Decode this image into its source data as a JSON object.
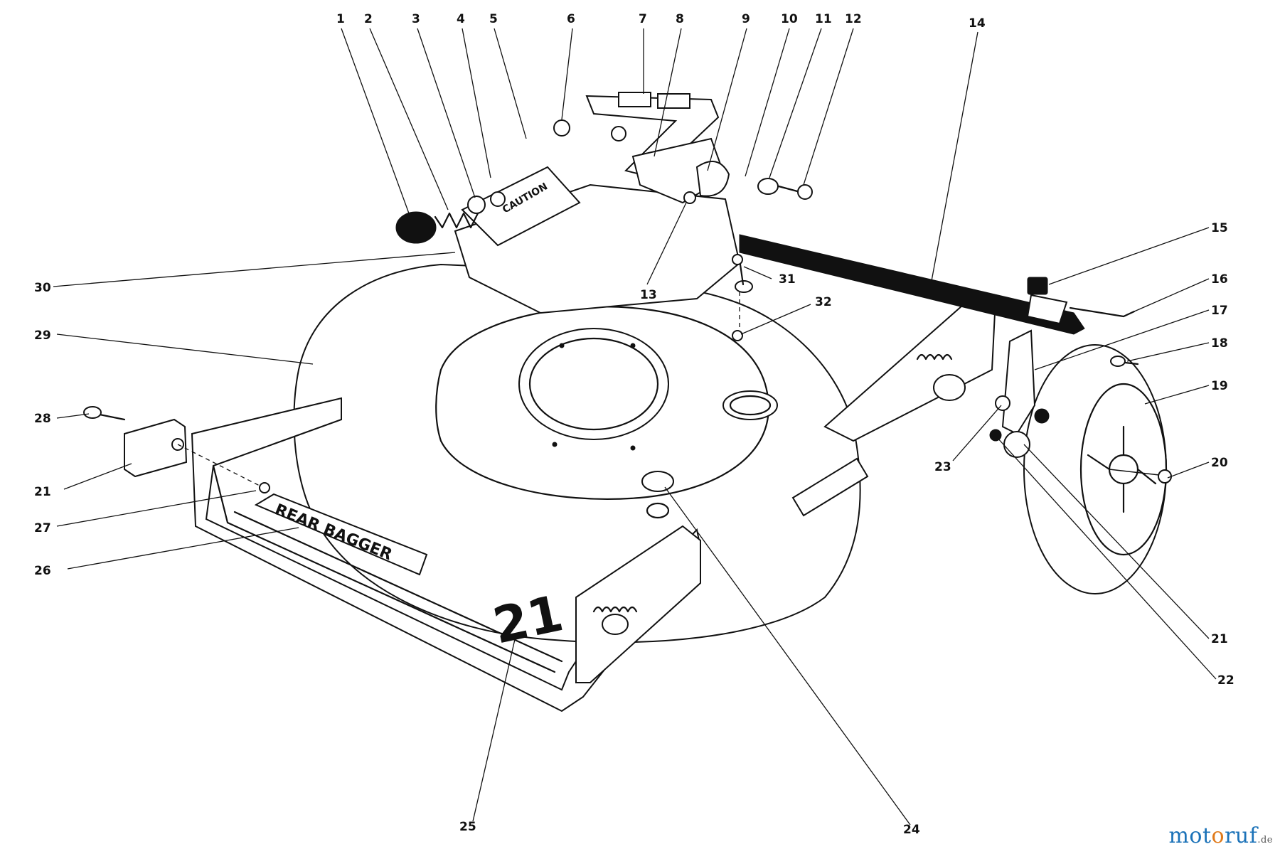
{
  "callouts": [
    "1",
    "2",
    "3",
    "4",
    "5",
    "6",
    "7",
    "8",
    "9",
    "10",
    "11",
    "12",
    "13",
    "14",
    "15",
    "16",
    "17",
    "18",
    "19",
    "20",
    "21",
    "21",
    "22",
    "23",
    "24",
    "25",
    "26",
    "27",
    "28",
    "29",
    "30",
    "31",
    "32"
  ],
  "decals": {
    "rear": "REAR BAGGER",
    "model_number": "21",
    "caution": "CAUTION"
  },
  "watermark": {
    "part1": "mot",
    "part2": "o",
    "part3": "ruf",
    "tld": ".de"
  }
}
